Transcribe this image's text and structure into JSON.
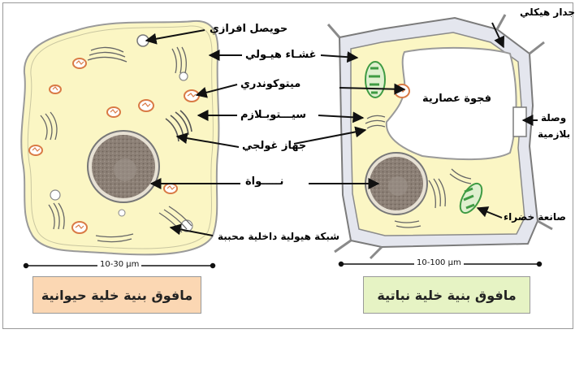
{
  "animal": {
    "labels": {
      "vesicle": "حويصل افرازي",
      "membrane": "غشـاء هيـولي",
      "mito": "ميتوكوندري",
      "cyto": "سيـــتوبـلازم",
      "golgi": "جهاز غولجي",
      "nucleus": "نـــــواة",
      "er": "شبكة هيولية داخلية محببة"
    },
    "scale": "10-30 µm",
    "caption": "مافوق بنية خلية حيوانية"
  },
  "plant": {
    "labels": {
      "wall": "جدار هيكلي",
      "vacuole": "فجوة عصارية",
      "plasmodesma_1": "وصلة",
      "plasmodesma_2": "بلازمية",
      "chloroplast": "صانعة خضراء"
    },
    "scale": "10-100 µm",
    "caption": "مافوق بنية خلية نباتية"
  },
  "colors": {
    "cytoplasm": "#fbf6c4",
    "vacuole": "#ffffff",
    "wall": "#e4e6ee",
    "nucleus": "#8a7d72",
    "mito": "#e08a55",
    "chloroplast": "#3f9b43",
    "animal_caption_bg": "#fbd7b3",
    "plant_caption_bg": "#e6f3c4"
  }
}
